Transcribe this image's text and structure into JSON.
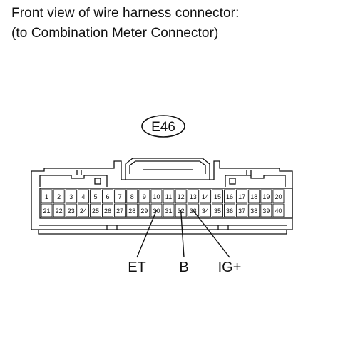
{
  "caption": {
    "line1": "Front view of wire harness connector:",
    "line2": "(to Combination Meter Connector)"
  },
  "connector": {
    "id": "E46",
    "row_top": [
      "1",
      "2",
      "3",
      "4",
      "5",
      "6",
      "7",
      "8",
      "9",
      "10",
      "11",
      "12",
      "13",
      "14",
      "15",
      "16",
      "17",
      "18",
      "19",
      "20"
    ],
    "row_bottom": [
      "21",
      "22",
      "23",
      "24",
      "25",
      "26",
      "27",
      "28",
      "29",
      "30",
      "31",
      "32",
      "33",
      "34",
      "35",
      "36",
      "37",
      "38",
      "39",
      "40"
    ]
  },
  "terminals": [
    {
      "label": "ET",
      "pin": "30"
    },
    {
      "label": "B",
      "pin": "32"
    },
    {
      "label": "IG+",
      "pin": "33"
    }
  ]
}
